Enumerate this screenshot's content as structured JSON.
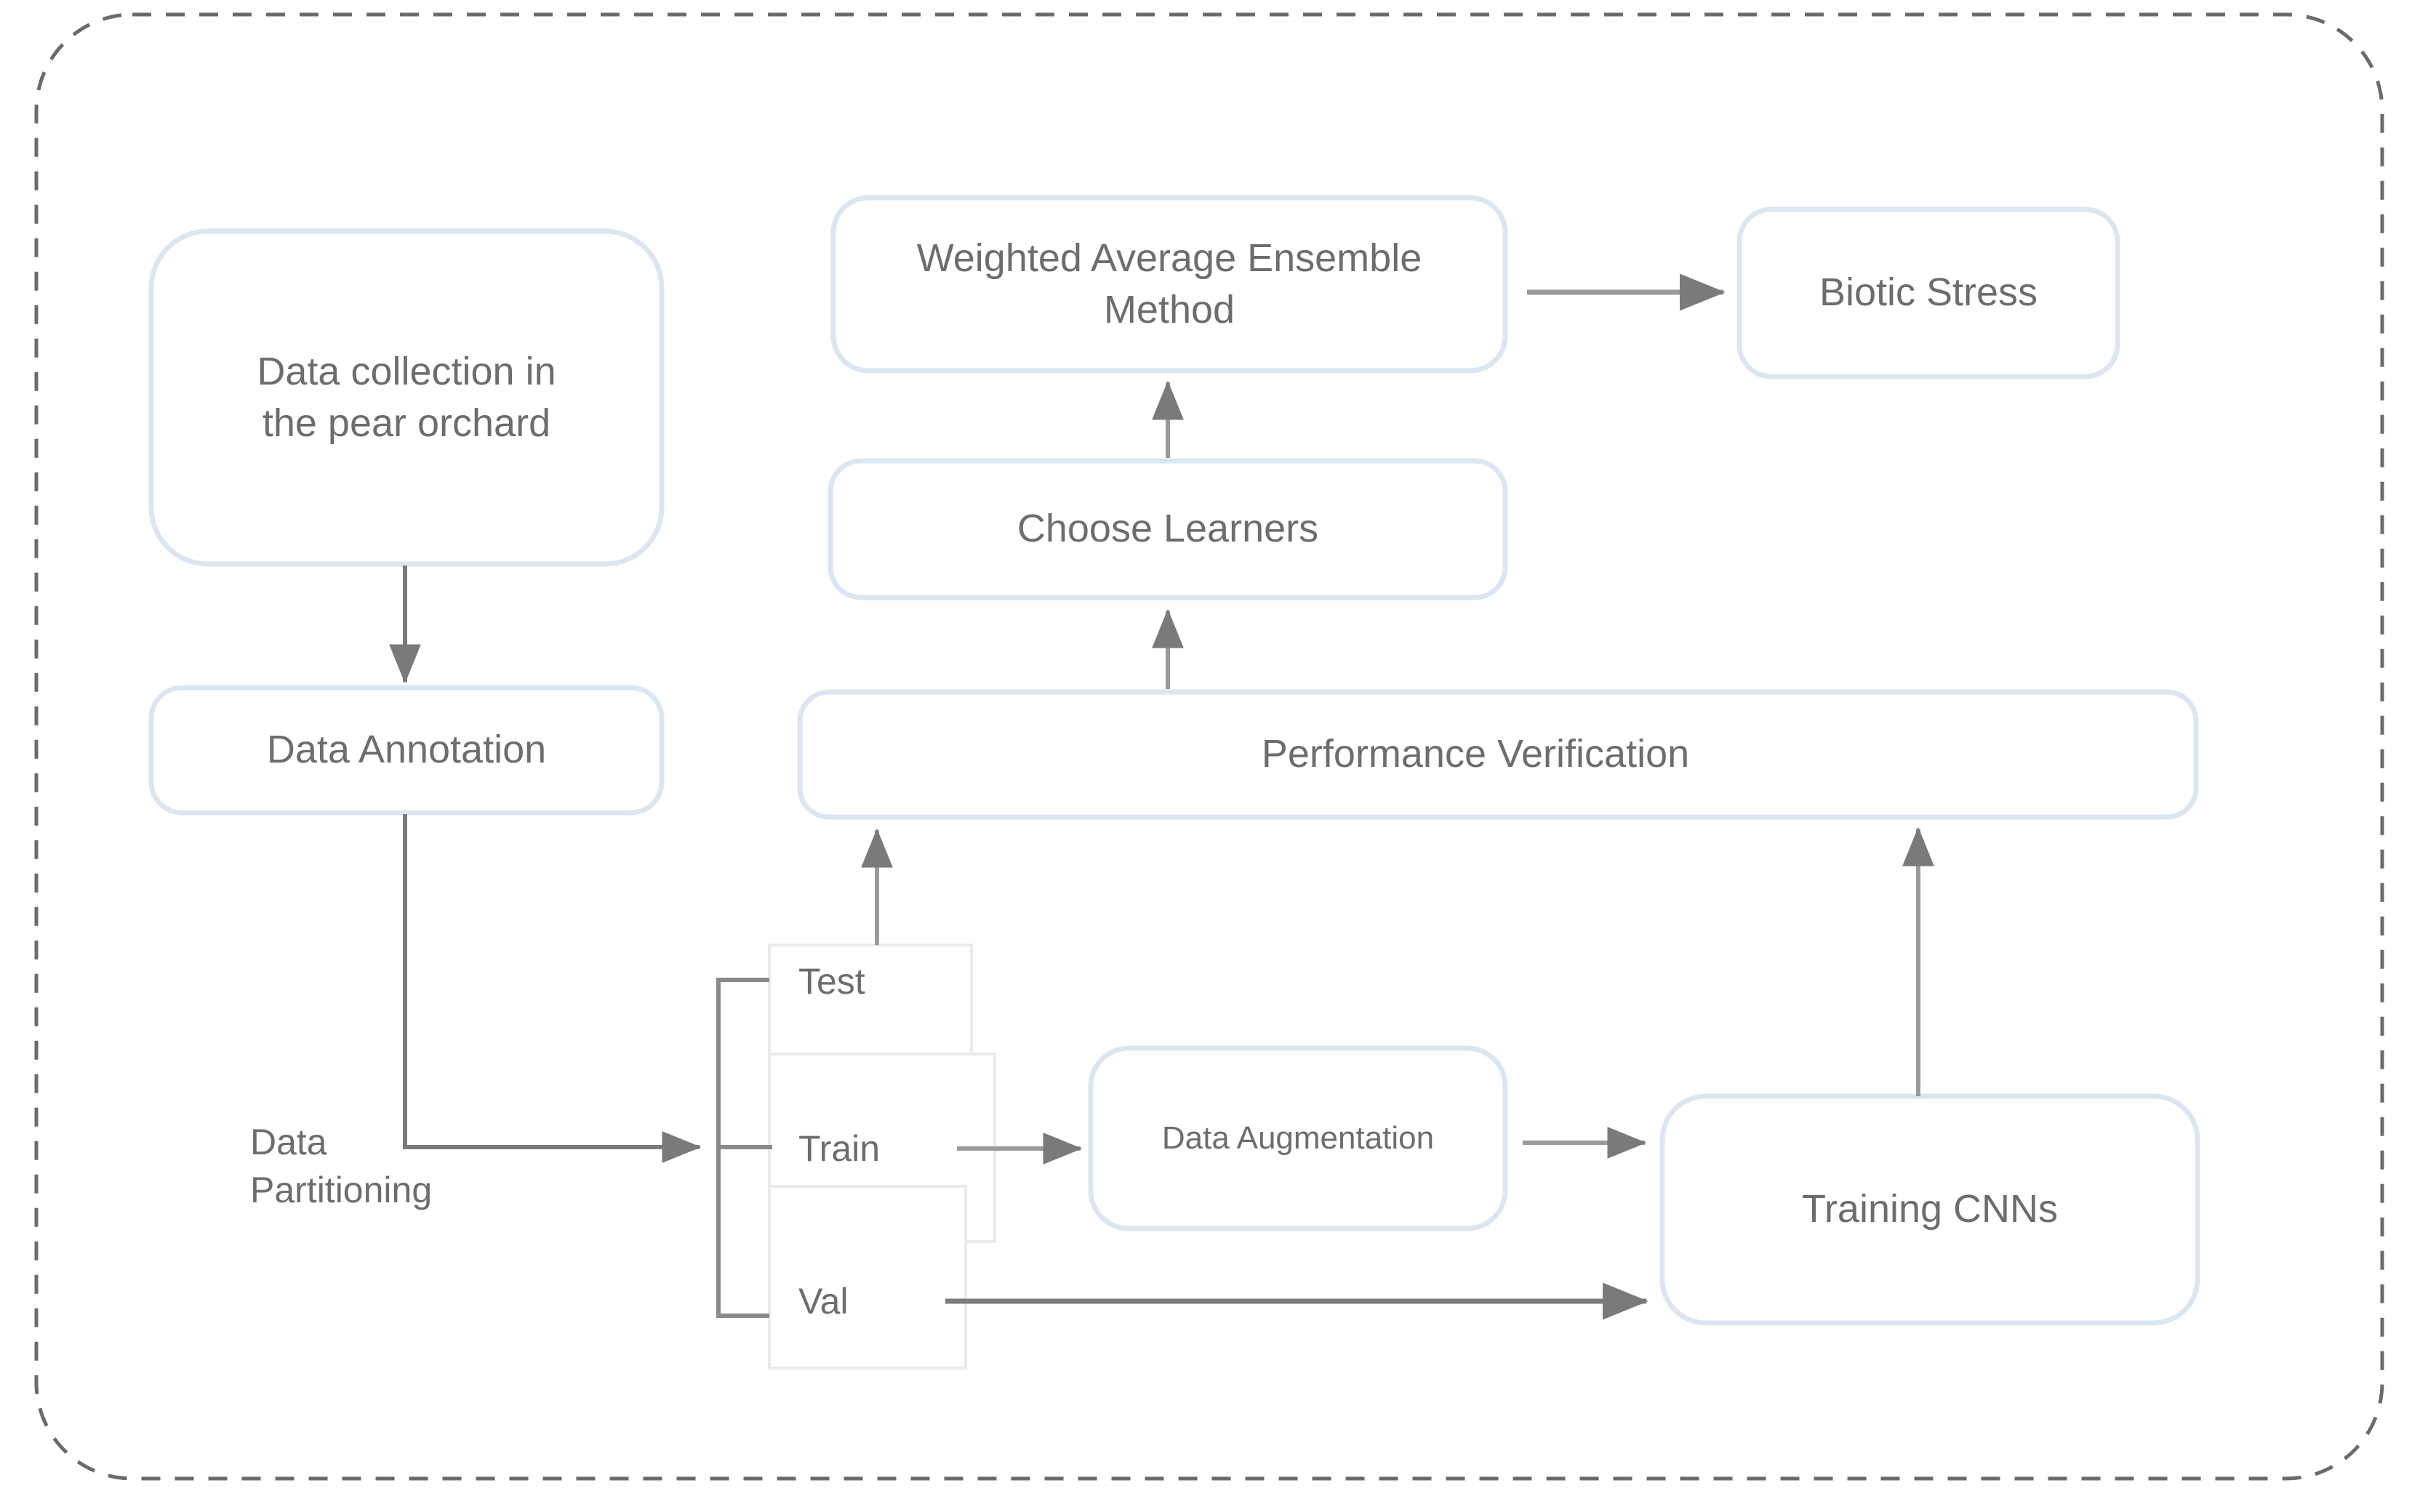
{
  "diagram": {
    "title_visible": false,
    "container": {
      "style": "dashed-rounded-rectangle",
      "border_color": "#6b6b6b"
    },
    "colors": {
      "node_border": "#dce6f2",
      "node_fill": "#ffffff",
      "text": "#6d6d6d",
      "arrow": "#7a7a7a",
      "split_border": "#e8e8e8",
      "dashed_border": "#6b6b6b"
    },
    "nodes": [
      {
        "id": "data-collection",
        "label": "Data collection in\nthe pear orchard",
        "shape": "rounded-rect"
      },
      {
        "id": "data-annotation",
        "label": "Data Annotation",
        "shape": "rounded-rect"
      },
      {
        "id": "weighted-average-ensemble",
        "label": "Weighted Average Ensemble\nMethod",
        "shape": "rounded-rect"
      },
      {
        "id": "biotic-stress",
        "label": "Biotic Stress",
        "shape": "rounded-rect"
      },
      {
        "id": "choose-learners",
        "label": "Choose Learners",
        "shape": "rounded-rect"
      },
      {
        "id": "performance-verification",
        "label": "Performance Verification",
        "shape": "rounded-rect"
      },
      {
        "id": "data-augmentation",
        "label": "Data Augmentation",
        "shape": "rounded-rect"
      },
      {
        "id": "training-cnns",
        "label": "Training CNNs",
        "shape": "rounded-rect"
      },
      {
        "id": "split-test",
        "label": "Test",
        "shape": "plain-rect"
      },
      {
        "id": "split-train",
        "label": "Train",
        "shape": "plain-rect"
      },
      {
        "id": "split-val",
        "label": "Val",
        "shape": "plain-rect"
      }
    ],
    "annotations": [
      {
        "id": "data-partitioning",
        "label": "Data\nPartitioning"
      }
    ],
    "edges": [
      {
        "from": "data-collection",
        "to": "data-annotation",
        "type": "arrow-down"
      },
      {
        "from": "data-annotation",
        "to": "data-split-bracket",
        "type": "elbow-arrow-right",
        "label": "Data Partitioning"
      },
      {
        "from": "split-test",
        "to": "performance-verification",
        "type": "arrow-up"
      },
      {
        "from": "split-train",
        "to": "data-augmentation",
        "type": "arrow-right"
      },
      {
        "from": "split-val",
        "to": "training-cnns",
        "type": "arrow-right"
      },
      {
        "from": "data-augmentation",
        "to": "training-cnns",
        "type": "arrow-right"
      },
      {
        "from": "training-cnns",
        "to": "performance-verification",
        "type": "arrow-up"
      },
      {
        "from": "performance-verification",
        "to": "choose-learners",
        "type": "arrow-up"
      },
      {
        "from": "choose-learners",
        "to": "weighted-average-ensemble",
        "type": "arrow-up"
      },
      {
        "from": "weighted-average-ensemble",
        "to": "biotic-stress",
        "type": "arrow-right"
      }
    ]
  }
}
